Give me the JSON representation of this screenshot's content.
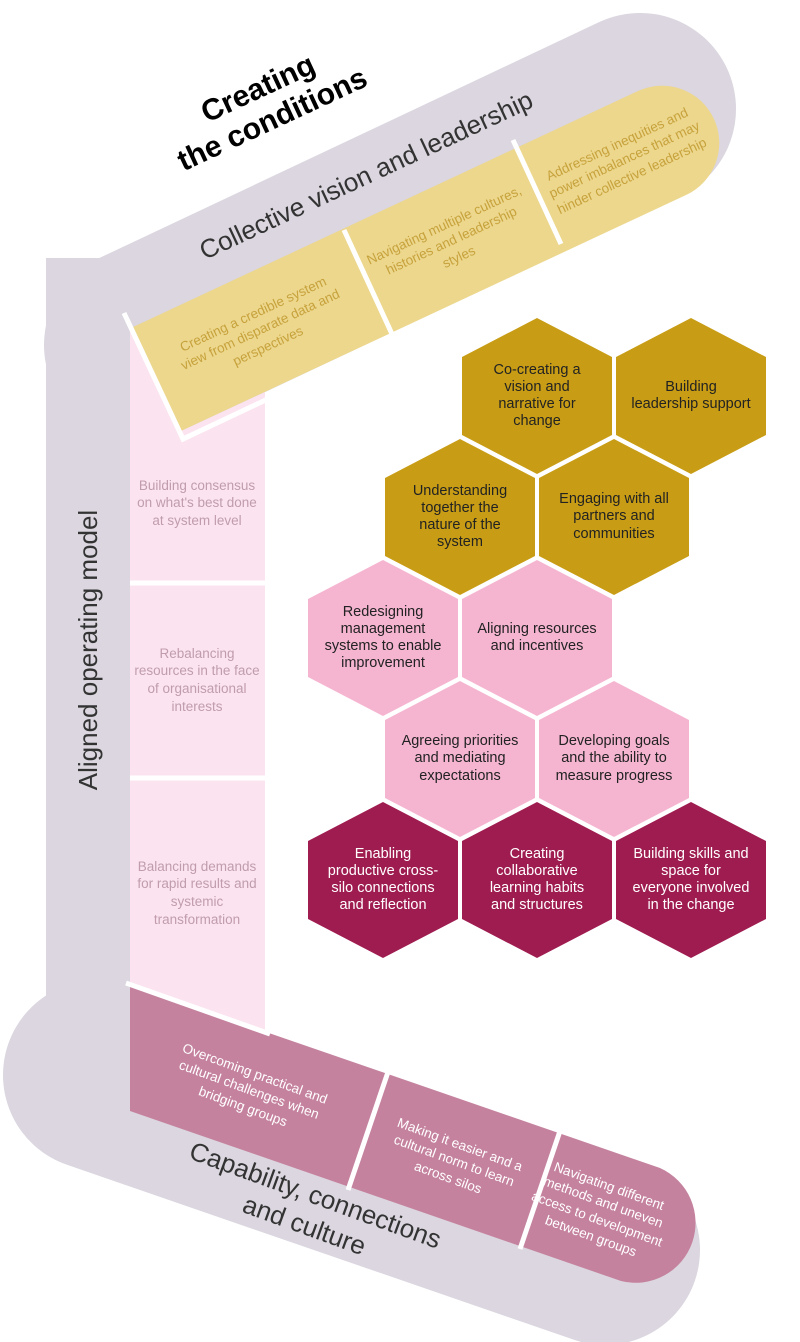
{
  "title": {
    "lines": [
      "Creating",
      "the conditions"
    ]
  },
  "bands": {
    "vision": {
      "label": "Collective vision and leadership",
      "segments": [
        "Creating a credible system view from disparate data and perspectives",
        "Navigating multiple cultures, histories and leadership styles",
        "Addressing inequities and power imbalances that may hinder collective leadership"
      ]
    },
    "operating": {
      "label": "Aligned operating model",
      "segments": [
        "Building consensus on what's best done at system level",
        "Rebalancing resources in the face of organisational interests",
        "Balancing demands for rapid results and systemic transformation"
      ]
    },
    "capability": {
      "label": "Capability, connections and culture",
      "segments": [
        "Overcoming practical and cultural challenges when bridging groups",
        "Making it easier and a cultural norm to learn across silos",
        "Navigating different methods and uneven access to development between groups"
      ]
    }
  },
  "hexagons": {
    "gold": [
      "Co-creating a vision and narrative for change",
      "Building leadership support",
      "Understanding together the nature of the system",
      "Engaging with all partners and communities"
    ],
    "pink": [
      "Redesigning management systems to enable improvement",
      "Aligning resources and incentives",
      "Agreeing priorities and mediating expectations",
      "Developing goals and the ability to measure progress"
    ],
    "maroon": [
      "Enabling productive cross-silo connections and reflection",
      "Creating collaborative learning habits and structures",
      "Building skills and space for everyone involved in the change"
    ]
  },
  "colors": {
    "lavender": "#dbd6df",
    "vision_band": "#ecd78d",
    "gold_hex": "#c89d15",
    "operating_band": "#fbe4ef",
    "pink_hex": "#f5b5d0",
    "capability_band": "#c5829e",
    "maroon_hex": "#9f1c50"
  }
}
